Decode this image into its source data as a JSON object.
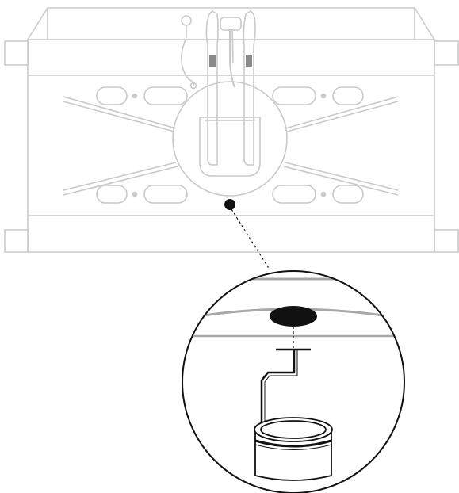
{
  "diagram": {
    "type": "installation-detail",
    "views": [
      "tank-overview",
      "magnified-detail"
    ],
    "colors": {
      "outline_light": "#c9c9c9",
      "outline_mid": "#a8a8a8",
      "ink": "#111111",
      "background": "#ffffff"
    },
    "callout_marker": "drain-hole",
    "detail_parts": [
      "drain-hole",
      "drain-tube",
      "collection-cup"
    ]
  }
}
